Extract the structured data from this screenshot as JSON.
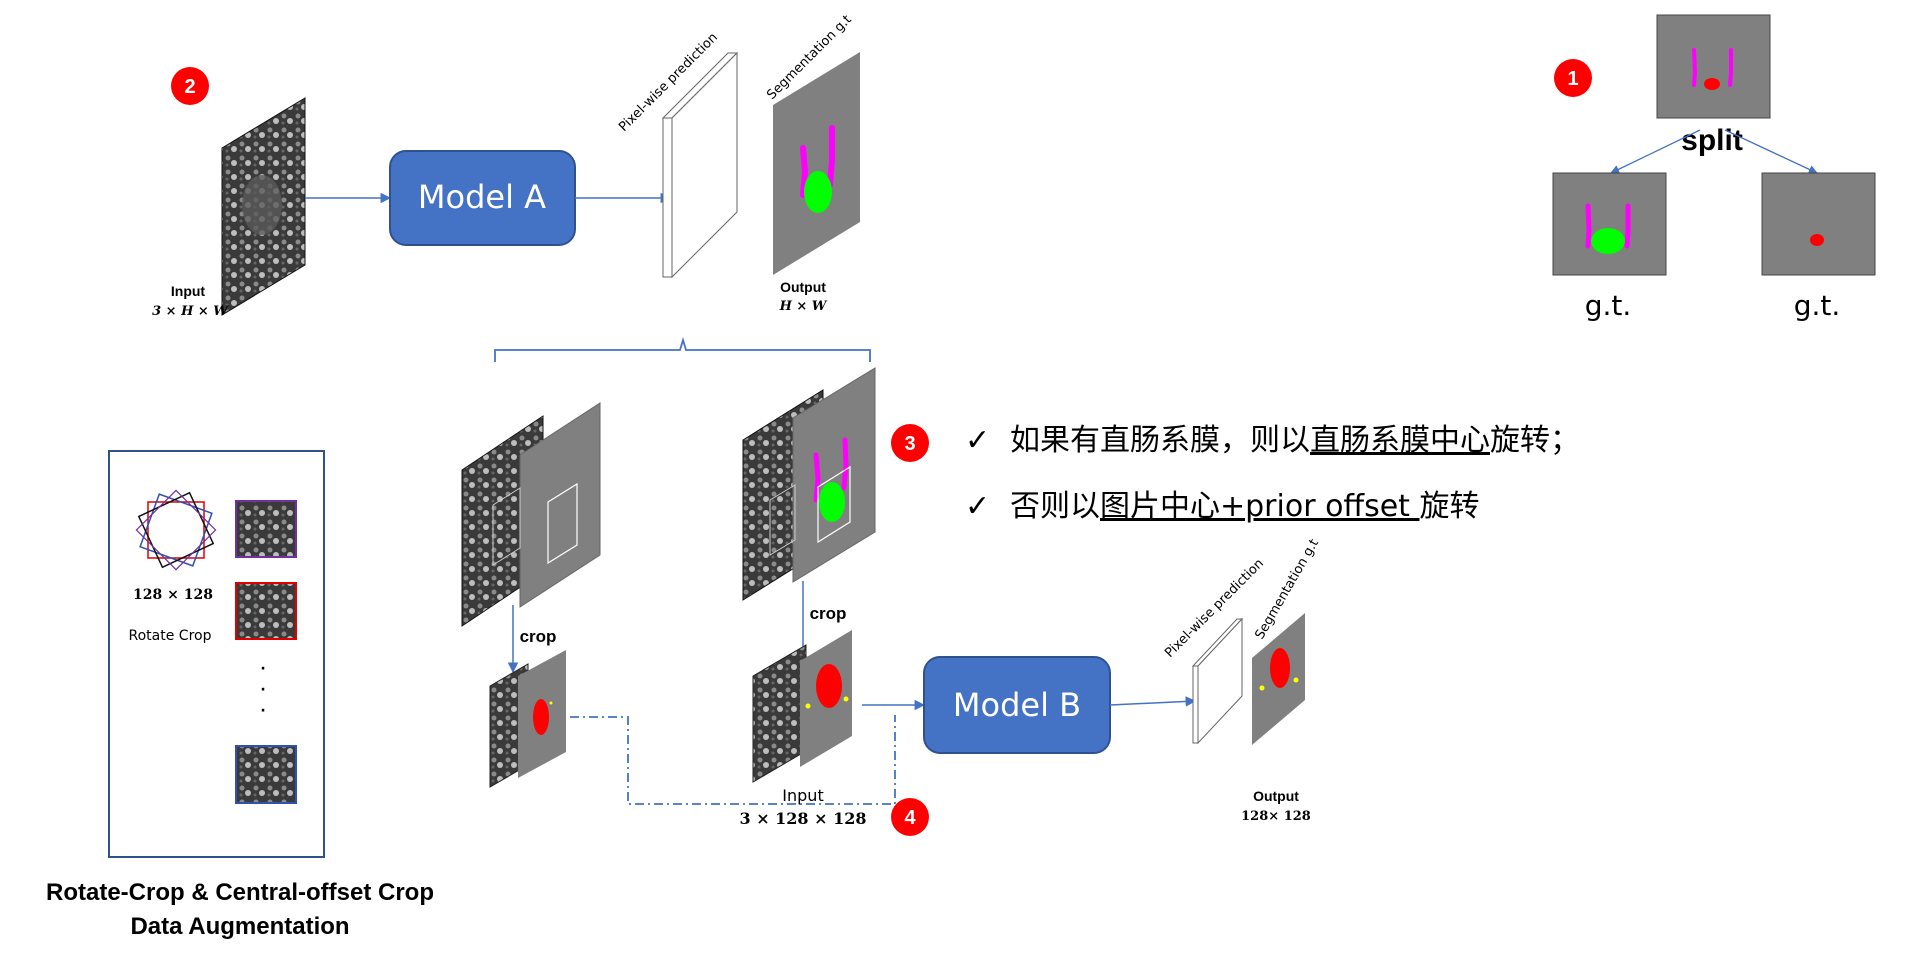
{
  "top_pipeline": {
    "badge": "2",
    "input_label": "Input",
    "input_dims": "3 × H × W",
    "model_label": "Model A",
    "pred_label": "Pixel-wise prediction",
    "seg_label": "Segmentation g.t",
    "output_label": "Output",
    "output_dims": "H × W"
  },
  "split_panel": {
    "badge": "1",
    "split_label": "split",
    "left_label": "g.t.",
    "right_label": "g.t."
  },
  "crop_section": {
    "badge3": "3",
    "badge4": "4",
    "crop_label_left": "crop",
    "crop_label_right": "crop",
    "input_label": "Input",
    "input_dims": "3 × 128 × 128"
  },
  "rules": {
    "rule1_prefix": "如果有直肠系膜，则以",
    "rule1_underlined": "直肠系膜中心",
    "rule1_suffix": "旋转；",
    "rule2_prefix": "否则以",
    "rule2_underlined": "图片中心+prior offset ",
    "rule2_suffix": "旋转",
    "check_mark": "✓"
  },
  "bottom_pipeline": {
    "model_label": "Model B",
    "pred_label": "Pixel-wise prediction",
    "seg_label": "Segmentation g.t",
    "output_label": "Output",
    "output_dims": "128× 128"
  },
  "augment_panel": {
    "size_label": "128 × 128",
    "method_label": "Rotate Crop",
    "ellipsis": "·",
    "caption_line1": "Rotate-Crop & Central-offset Crop",
    "caption_line2": "Data Augmentation"
  },
  "colors": {
    "model_fill": "#4472c4",
    "arrow": "#4472c4",
    "badge": "#ff0000",
    "seg_magenta": "#ff00ff",
    "seg_green": "#00ff00",
    "seg_red": "#ff0000",
    "gray_panel": "#808080"
  }
}
